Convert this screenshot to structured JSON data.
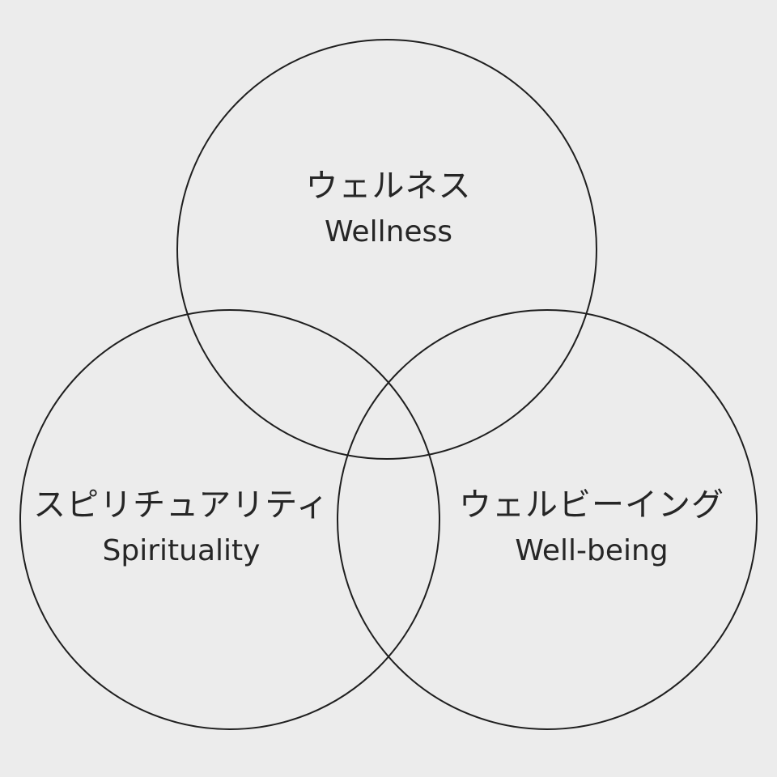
{
  "diagram": {
    "circles": [
      {
        "id": "top",
        "label_ja": "ウェルネス",
        "label_en": "Wellness"
      },
      {
        "id": "left",
        "label_ja": "スピリチュアリティ",
        "label_en": "Spirituality"
      },
      {
        "id": "right",
        "label_ja": "ウェルビーイング",
        "label_en": "Well-being"
      }
    ],
    "colors": {
      "background": "#ececec",
      "stroke": "#1f1f1f",
      "text": "#262626"
    }
  }
}
